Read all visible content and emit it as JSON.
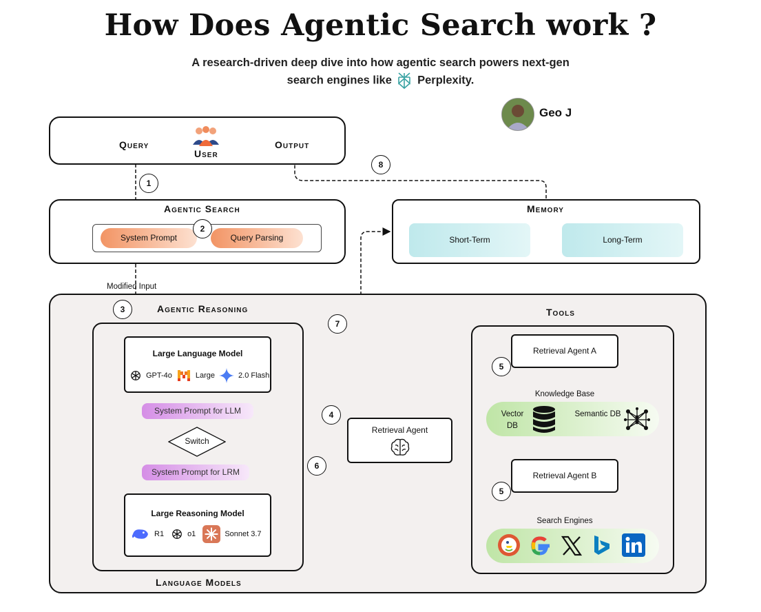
{
  "header": {
    "title": "How Does Agentic Search work ?",
    "subtitle_line1": "A research-driven deep dive into how agentic search powers next-gen",
    "subtitle_line2_before": "search engines like",
    "subtitle_line2_after": "Perplexity.",
    "author": "Geo J"
  },
  "user_box": {
    "query_label": "Query",
    "user_label": "User",
    "output_label": "Output"
  },
  "agentic_search": {
    "title": "Agentic Search",
    "system_prompt": "System Prompt",
    "query_parsing": "Query Parsing",
    "modified_input": "Modified Input"
  },
  "memory": {
    "title": "Memory",
    "short_term": "Short-Term",
    "long_term": "Long-Term"
  },
  "reasoning": {
    "title": "Agentic Reasoning",
    "footer": "Language Models",
    "llm_title": "Large Language Model",
    "llm_models": [
      "GPT-4o",
      "Large",
      "2.0 Flash"
    ],
    "sys_prompt_llm": "System Prompt for LLM",
    "switch": "Switch",
    "sys_prompt_lrm": "System Prompt for LRM",
    "lrm_title": "Large Reasoning Model",
    "lrm_models": [
      "R1",
      "o1",
      "Sonnet 3.7"
    ]
  },
  "retrieval_agent": {
    "label": "Retrieval Agent"
  },
  "tools": {
    "title": "Tools",
    "agent_a": "Retrieval Agent A",
    "knowledge_base": "Knowledge Base",
    "vector_db": "Vector DB",
    "semantic_db": "Semantic DB",
    "agent_b": "Retrieval Agent B",
    "search_engines": "Search Engines"
  },
  "steps": [
    "1",
    "2",
    "3",
    "4",
    "5",
    "5",
    "6",
    "7",
    "8"
  ],
  "colors": {
    "orange_pill": "#f4a37a",
    "purple_pill": "#d99be6",
    "teal_memory": "#c8eef0",
    "green_strip": "#c5e8b0",
    "panel_bg": "#f3f0ef"
  }
}
